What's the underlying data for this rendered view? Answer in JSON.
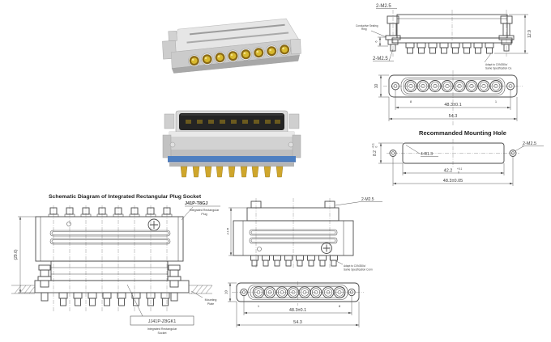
{
  "colors": {
    "line": "#4a4a4a",
    "metal_light": "#e6e6e6",
    "metal_mid": "#cbcbcb",
    "metal_dark": "#a8a8a8",
    "gold": "#d2a92f",
    "gold_dark": "#8a6a15",
    "blue_stripe": "#4d7fc1",
    "slot_dark": "#242424"
  },
  "top_side_view": {
    "screw_top_label": "2-M2.5",
    "screw_bottom_label": "2-M2.5",
    "seal_note_line1": "Conductive Sealing",
    "seal_note_line2": "Ring",
    "panel_dim": "6",
    "height_dim": "12.9",
    "adapt_note_line1": "Adapt to CXN350c/",
    "adapt_note_line2": "Same Specification Ca"
  },
  "top_front_view": {
    "height_dim": "10",
    "pin_left": "8",
    "pin_right": "1",
    "pitch_dim": "48.3±0.1",
    "width_dim": "54.3"
  },
  "mounting_hole": {
    "title": "Recommanded Mounting Hole",
    "corner_label": "4-R1.3",
    "screw_label": "2-M2.5",
    "slot_height": "8.2",
    "slot_height_tol_plus": "+0.1",
    "slot_height_tol_minus": "0",
    "slot_width": "42.2",
    "slot_width_tol_plus": "+0.1",
    "slot_width_tol_minus": "0",
    "hole_span": "48.3±0.05"
  },
  "schematic": {
    "title": "Schematic Diagram of Integrated Rectangular Plug Socket",
    "plug_model": "J41P-T8GJ",
    "plug_name_line1": "Integrated Rectangular",
    "plug_name_line2": "Plug",
    "height_dim": "(29.6)",
    "mounting_line1": "Mounting",
    "mounting_line2": "Plate",
    "socket_model": "JJ41P-Z8GK1",
    "socket_name_line1": "Integrated Rectangular",
    "socket_name_line2": "Socket"
  },
  "bottom_side_view": {
    "screw_label": "2-M2.5",
    "height_dim": "21.6",
    "adapt_note_line1": "Adapt to CXN350c/",
    "adapt_note_line2": "Same Specification Conn"
  },
  "bottom_front_view": {
    "height_dim": "10",
    "pin_left": "1",
    "pin_right": "8",
    "pitch_dim": "48.3±0.1",
    "width_dim": "54.3"
  }
}
